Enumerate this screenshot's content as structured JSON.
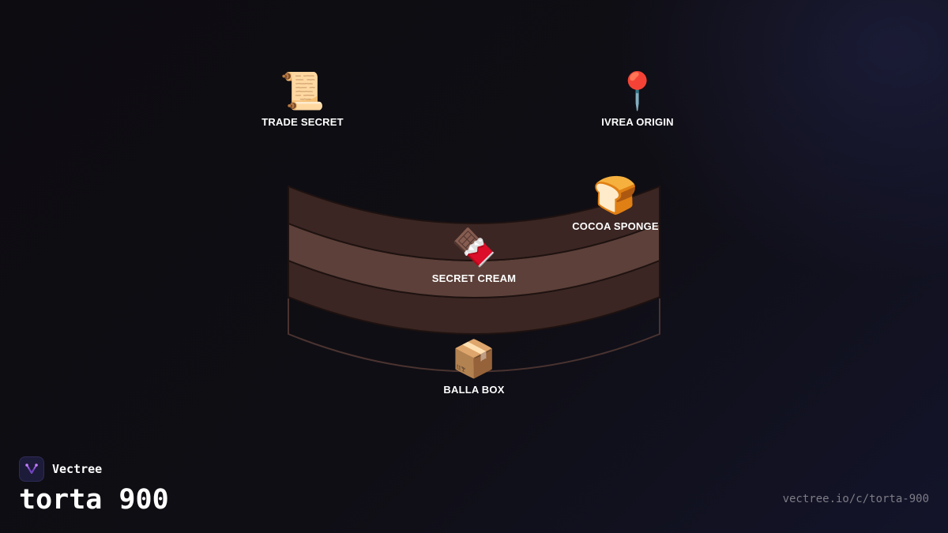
{
  "title": "torta 900",
  "brand": {
    "name": "Vectree"
  },
  "url": "vectree.io/c/torta-900",
  "colors": {
    "background": "#0e0d12",
    "cake_dark_layer": "#3b2623",
    "cake_cream_layer": "#5c4039",
    "cake_outline": "#1e1210",
    "box_outline": "#4a3330",
    "brand_accent": "#9b5de5"
  },
  "nodes": [
    {
      "id": "trade-secret",
      "icon": "scroll-icon",
      "emoji": "📜",
      "label": "TRADE SECRET"
    },
    {
      "id": "ivrea-origin",
      "icon": "pin-icon",
      "emoji": "📍",
      "label": "IVREA ORIGIN"
    },
    {
      "id": "cocoa-sponge",
      "icon": "bread-icon",
      "emoji": "🍞",
      "label": "COCOA SPONGE"
    },
    {
      "id": "secret-cream",
      "icon": "chocolate-icon",
      "emoji": "🍫",
      "label": "SECRET CREAM"
    },
    {
      "id": "balla-box",
      "icon": "box-icon",
      "emoji": "📦",
      "label": "BALLA BOX"
    }
  ]
}
